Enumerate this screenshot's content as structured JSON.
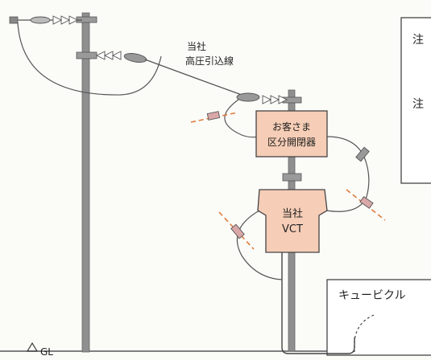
{
  "labels": {
    "line_company": "当社",
    "line_name": "高圧引込線",
    "switch_line1": "お客さま",
    "switch_line2": "区分開閉器",
    "vct_line1": "当社",
    "vct_line2": "VCT",
    "cubicle": "キュービクル",
    "gl": "GL",
    "note1": "注",
    "note2": "注"
  },
  "colors": {
    "box_fill": "#f6cdb6",
    "pole": "#8f8f8f",
    "dash_accent": "#e07a3a",
    "insulator": "#777777",
    "arrester": "#d9a7a7"
  }
}
